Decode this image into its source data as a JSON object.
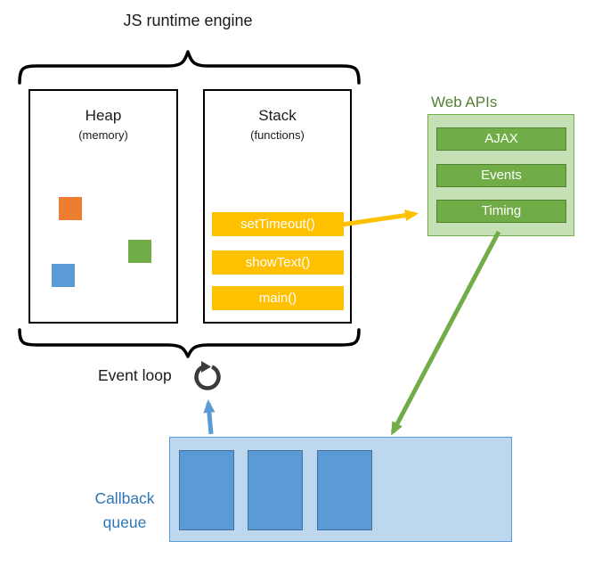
{
  "title": "JS runtime engine",
  "heap": {
    "title": "Heap",
    "subtitle": "(memory)",
    "squares": [
      {
        "name": "orange-square",
        "color": "#ED7D31"
      },
      {
        "name": "green-square",
        "color": "#70AD47"
      },
      {
        "name": "blue-square",
        "color": "#5B9BD5"
      }
    ]
  },
  "stack": {
    "title": "Stack",
    "subtitle": "(functions)",
    "frames": [
      "setTimeout()",
      "showText()",
      "main()"
    ]
  },
  "web_apis": {
    "label": "Web APIs",
    "items": [
      "AJAX",
      "Events",
      "Timing"
    ]
  },
  "event_loop": {
    "label": "Event loop"
  },
  "callback_queue": {
    "label": "Callback queue",
    "slots": 3
  },
  "colors": {
    "stack_frame": "#FFC000",
    "webapi_button": "#70AD47",
    "webapi_panel": "#C5E0B4",
    "webapi_label_text": "#538135",
    "callback_panel": "#BDD7EE",
    "callback_slot": "#5B9BD5",
    "callback_label_text": "#2E75B6",
    "arrow_yellow": "#FFC000",
    "arrow_green": "#70AD47",
    "arrow_blue": "#5B9BD5"
  }
}
